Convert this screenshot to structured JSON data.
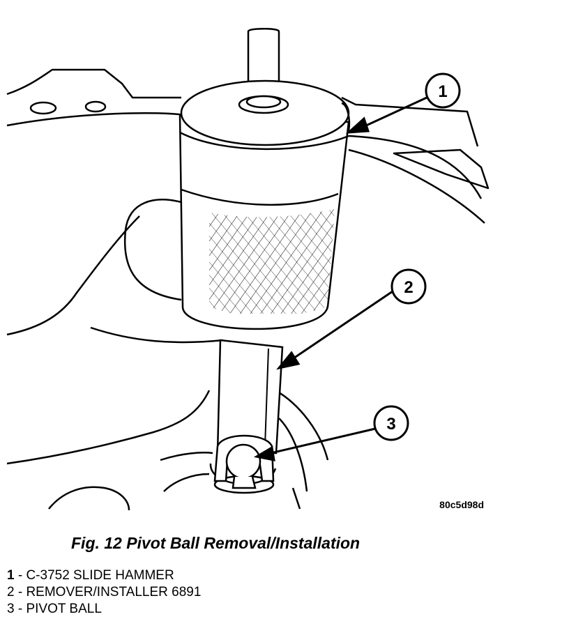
{
  "figure": {
    "image_id": "80c5d98d",
    "callouts": [
      {
        "number": "1",
        "target": "slide-hammer"
      },
      {
        "number": "2",
        "target": "remover-installer"
      },
      {
        "number": "3",
        "target": "pivot-ball"
      }
    ]
  },
  "caption": "Fig. 12 Pivot Ball Removal/Installation",
  "legend": [
    {
      "key": "1",
      "text": " - C-3752 SLIDE HAMMER"
    },
    {
      "key": "2",
      "text": " - REMOVER/INSTALLER 6891"
    },
    {
      "key": "3",
      "text": " - PIVOT BALL"
    }
  ]
}
